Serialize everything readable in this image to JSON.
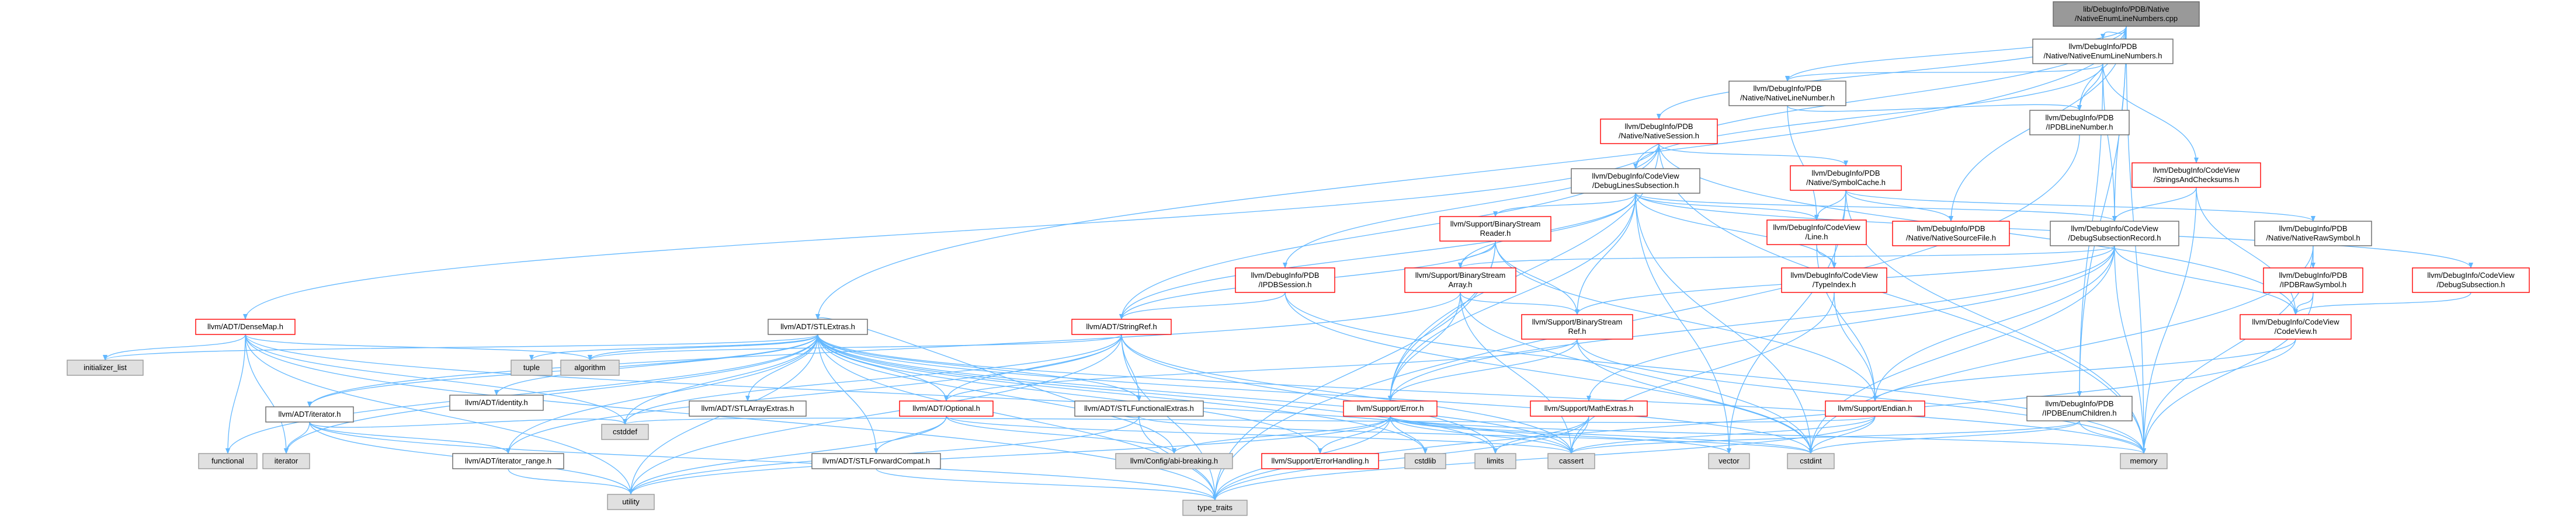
{
  "colors": {
    "edge": "#63b8ff",
    "root_fill": "#999999",
    "highlight_border": "#ff0000",
    "system_fill": "#e0e0e0",
    "node_border": "#666666"
  },
  "nodes": [
    {
      "id": "root",
      "lines": [
        "lib/DebugInfo/PDB/Native",
        "/NativeEnumLineNumbers.cpp"
      ],
      "style": "root"
    },
    {
      "id": "enumln",
      "lines": [
        "llvm/DebugInfo/PDB",
        "/Native/NativeEnumLineNumbers.h"
      ],
      "style": "white"
    },
    {
      "id": "nln",
      "lines": [
        "llvm/DebugInfo/PDB",
        "/Native/NativeLineNumber.h"
      ],
      "style": "white"
    },
    {
      "id": "ipdbln",
      "lines": [
        "llvm/DebugInfo/PDB",
        "/IPDBLineNumber.h"
      ],
      "style": "white"
    },
    {
      "id": "nsession",
      "lines": [
        "llvm/DebugInfo/PDB",
        "/Native/NativeSession.h"
      ],
      "style": "red"
    },
    {
      "id": "dls",
      "lines": [
        "llvm/DebugInfo/CodeView",
        "/DebugLinesSubsection.h"
      ],
      "style": "white"
    },
    {
      "id": "nsymcache",
      "lines": [
        "llvm/DebugInfo/PDB",
        "/Native/SymbolCache.h"
      ],
      "style": "red"
    },
    {
      "id": "strchk",
      "lines": [
        "llvm/DebugInfo/CodeView",
        "/StringsAndChecksums.h"
      ],
      "style": "red"
    },
    {
      "id": "bsreader",
      "lines": [
        "llvm/Support/BinaryStream",
        "Reader.h"
      ],
      "style": "red"
    },
    {
      "id": "cvline",
      "lines": [
        "llvm/DebugInfo/CodeView",
        "/Line.h"
      ],
      "style": "red"
    },
    {
      "id": "nsrcfile",
      "lines": [
        "llvm/DebugInfo/PDB",
        "/Native/NativeSourceFile.h"
      ],
      "style": "red"
    },
    {
      "id": "dsrecord",
      "lines": [
        "llvm/DebugInfo/CodeView",
        "/DebugSubsectionRecord.h"
      ],
      "style": "white"
    },
    {
      "id": "nrawsym",
      "lines": [
        "llvm/DebugInfo/PDB",
        "/Native/NativeRawSymbol.h"
      ],
      "style": "white"
    },
    {
      "id": "ipdbsession",
      "lines": [
        "llvm/DebugInfo/PDB",
        "/IPDBSession.h"
      ],
      "style": "red"
    },
    {
      "id": "bsarray",
      "lines": [
        "llvm/Support/BinaryStream",
        "Array.h"
      ],
      "style": "red"
    },
    {
      "id": "typeindex",
      "lines": [
        "llvm/DebugInfo/CodeView",
        "/TypeIndex.h"
      ],
      "style": "red"
    },
    {
      "id": "ipdbraw",
      "lines": [
        "llvm/DebugInfo/PDB",
        "/IPDBRawSymbol.h"
      ],
      "style": "red"
    },
    {
      "id": "debugsub",
      "lines": [
        "llvm/DebugInfo/CodeView",
        "/DebugSubsection.h"
      ],
      "style": "red"
    },
    {
      "id": "densemap",
      "lines": [
        "llvm/ADT/DenseMap.h"
      ],
      "style": "red"
    },
    {
      "id": "stlextras",
      "lines": [
        "llvm/ADT/STLExtras.h"
      ],
      "style": "white"
    },
    {
      "id": "stringref",
      "lines": [
        "llvm/ADT/StringRef.h"
      ],
      "style": "red"
    },
    {
      "id": "bsref",
      "lines": [
        "llvm/Support/BinaryStream",
        "Ref.h"
      ],
      "style": "red"
    },
    {
      "id": "codeview",
      "lines": [
        "llvm/DebugInfo/CodeView",
        "/CodeView.h"
      ],
      "style": "red"
    },
    {
      "id": "initlist",
      "lines": [
        "initializer_list"
      ],
      "style": "gray"
    },
    {
      "id": "tuple",
      "lines": [
        "tuple"
      ],
      "style": "gray"
    },
    {
      "id": "algorithm",
      "lines": [
        "algorithm"
      ],
      "style": "gray"
    },
    {
      "id": "identity",
      "lines": [
        "llvm/ADT/identity.h"
      ],
      "style": "white"
    },
    {
      "id": "iterator",
      "lines": [
        "llvm/ADT/iterator.h"
      ],
      "style": "white"
    },
    {
      "id": "stlarray",
      "lines": [
        "llvm/ADT/STLArrayExtras.h"
      ],
      "style": "white"
    },
    {
      "id": "optional",
      "lines": [
        "llvm/ADT/Optional.h"
      ],
      "style": "red"
    },
    {
      "id": "stlfunc",
      "lines": [
        "llvm/ADT/STLFunctionalExtras.h"
      ],
      "style": "white"
    },
    {
      "id": "mathextras",
      "lines": [
        "llvm/Support/MathExtras.h"
      ],
      "style": "red"
    },
    {
      "id": "error",
      "lines": [
        "llvm/Support/Error.h"
      ],
      "style": "red"
    },
    {
      "id": "endian",
      "lines": [
        "llvm/Support/Endian.h"
      ],
      "style": "red"
    },
    {
      "id": "ipdbenum",
      "lines": [
        "llvm/DebugInfo/PDB",
        "/IPDBEnumChildren.h"
      ],
      "style": "white"
    },
    {
      "id": "functional",
      "lines": [
        "functional"
      ],
      "style": "gray"
    },
    {
      "id": "iteratorstd",
      "lines": [
        "iterator"
      ],
      "style": "gray"
    },
    {
      "id": "iterrange",
      "lines": [
        "llvm/ADT/iterator_range.h"
      ],
      "style": "white"
    },
    {
      "id": "cstddef",
      "lines": [
        "cstddef"
      ],
      "style": "gray"
    },
    {
      "id": "stlfwd",
      "lines": [
        "llvm/ADT/STLForwardCompat.h"
      ],
      "style": "white"
    },
    {
      "id": "configabi",
      "lines": [
        "llvm/Config/abi-breaking.h"
      ],
      "style": "gray"
    },
    {
      "id": "errhandling",
      "lines": [
        "llvm/Support/ErrorHandling.h"
      ],
      "style": "red"
    },
    {
      "id": "cstdlib",
      "lines": [
        "cstdlib"
      ],
      "style": "gray"
    },
    {
      "id": "limits",
      "lines": [
        "limits"
      ],
      "style": "gray"
    },
    {
      "id": "cassert",
      "lines": [
        "cassert"
      ],
      "style": "gray"
    },
    {
      "id": "vector",
      "lines": [
        "vector"
      ],
      "style": "gray"
    },
    {
      "id": "cstdint",
      "lines": [
        "cstdint"
      ],
      "style": "gray"
    },
    {
      "id": "memory",
      "lines": [
        "memory"
      ],
      "style": "gray"
    },
    {
      "id": "utility",
      "lines": [
        "utility"
      ],
      "style": "gray"
    },
    {
      "id": "typetraits",
      "lines": [
        "type_traits"
      ],
      "style": "gray"
    }
  ],
  "edges": [
    [
      "root",
      "enumln"
    ],
    [
      "root",
      "nln"
    ],
    [
      "root",
      "nsession"
    ],
    [
      "root",
      "nsrcfile"
    ],
    [
      "root",
      "dls"
    ],
    [
      "root",
      "stlextras"
    ],
    [
      "root",
      "dsrecord"
    ],
    [
      "root",
      "ipdbenum"
    ],
    [
      "root",
      "ipdbln"
    ],
    [
      "root",
      "memory"
    ],
    [
      "enumln",
      "nln"
    ],
    [
      "enumln",
      "ipdbln"
    ],
    [
      "enumln",
      "dls"
    ],
    [
      "enumln",
      "dsrecord"
    ],
    [
      "enumln",
      "strchk"
    ],
    [
      "enumln",
      "ipdbenum"
    ],
    [
      "nln",
      "ipdbln"
    ],
    [
      "nln",
      "cvline"
    ],
    [
      "ipdbln",
      "typetraits"
    ],
    [
      "nsession",
      "nsymcache"
    ],
    [
      "nsession",
      "densemap"
    ],
    [
      "nsession",
      "stringref"
    ],
    [
      "nsession",
      "ipdbsession"
    ],
    [
      "nsession",
      "error"
    ],
    [
      "nsession",
      "codeview"
    ],
    [
      "nsession",
      "memory"
    ],
    [
      "dls",
      "bsreader"
    ],
    [
      "dls",
      "bsarray"
    ],
    [
      "dls",
      "bsref"
    ],
    [
      "dls",
      "error"
    ],
    [
      "dls",
      "cvline"
    ],
    [
      "dls",
      "typeindex"
    ],
    [
      "dls",
      "dsrecord"
    ],
    [
      "dls",
      "stringref"
    ],
    [
      "dls",
      "vector"
    ],
    [
      "dls",
      "cstdint"
    ],
    [
      "dls",
      "debugsub"
    ],
    [
      "nsymcache",
      "cvline"
    ],
    [
      "nsymcache",
      "typeindex"
    ],
    [
      "nsymcache",
      "nsrcfile"
    ],
    [
      "nsymcache",
      "nrawsym"
    ],
    [
      "nsymcache",
      "vector"
    ],
    [
      "nsymcache",
      "memory"
    ],
    [
      "strchk",
      "dsrecord"
    ],
    [
      "strchk",
      "codeview"
    ],
    [
      "strchk",
      "memory"
    ],
    [
      "bsreader",
      "bsarray"
    ],
    [
      "bsreader",
      "bsref"
    ],
    [
      "bsreader",
      "stringref"
    ],
    [
      "bsreader",
      "error"
    ],
    [
      "bsreader",
      "endian"
    ],
    [
      "bsreader",
      "typetraits"
    ],
    [
      "cvline",
      "typeindex"
    ],
    [
      "cvline",
      "endian"
    ],
    [
      "dsrecord",
      "codeview"
    ],
    [
      "dsrecord",
      "bsref"
    ],
    [
      "dsrecord",
      "bsarray"
    ],
    [
      "dsrecord",
      "error"
    ],
    [
      "dsrecord",
      "memory"
    ],
    [
      "dsrecord",
      "cstdint"
    ],
    [
      "dsrecord",
      "mathextras"
    ],
    [
      "dsrecord",
      "endian"
    ],
    [
      "nrawsym",
      "ipdbraw"
    ],
    [
      "nrawsym",
      "cstdint"
    ],
    [
      "nrawsym",
      "memory"
    ],
    [
      "ipdbsession",
      "stringref"
    ],
    [
      "ipdbsession",
      "cstdint"
    ],
    [
      "ipdbsession",
      "memory"
    ],
    [
      "bsarray",
      "bsref"
    ],
    [
      "bsarray",
      "error"
    ],
    [
      "bsarray",
      "cassert"
    ],
    [
      "bsarray",
      "cstdint"
    ],
    [
      "bsarray",
      "iterator"
    ],
    [
      "typeindex",
      "endian"
    ],
    [
      "typeindex",
      "cassert"
    ],
    [
      "typeindex",
      "cinttypes"
    ],
    [
      "ipdbraw",
      "codeview"
    ],
    [
      "ipdbraw",
      "memory"
    ],
    [
      "debugsub",
      "codeview"
    ],
    [
      "densemap",
      "initlist"
    ],
    [
      "densemap",
      "algorithm"
    ],
    [
      "densemap",
      "cassert"
    ],
    [
      "densemap",
      "cstddef"
    ],
    [
      "densemap",
      "iteratorstd"
    ],
    [
      "densemap",
      "utility"
    ],
    [
      "densemap",
      "typetraits"
    ],
    [
      "densemap",
      "functional"
    ],
    [
      "stlextras",
      "initlist"
    ],
    [
      "stlextras",
      "tuple"
    ],
    [
      "stlextras",
      "algorithm"
    ],
    [
      "stlextras",
      "identity"
    ],
    [
      "stlextras",
      "iterator"
    ],
    [
      "stlextras",
      "stlarray"
    ],
    [
      "stlextras",
      "optional"
    ],
    [
      "stlextras",
      "stlfunc"
    ],
    [
      "stlextras",
      "iterrange"
    ],
    [
      "stlextras",
      "cstddef"
    ],
    [
      "stlextras",
      "stlfwd"
    ],
    [
      "stlextras",
      "configabi"
    ],
    [
      "stlextras",
      "errhandling"
    ],
    [
      "stlextras",
      "cstdlib"
    ],
    [
      "stlextras",
      "limits"
    ],
    [
      "stlextras",
      "cassert"
    ],
    [
      "stlextras",
      "cstdint"
    ],
    [
      "stlextras",
      "memory"
    ],
    [
      "stlextras",
      "utility"
    ],
    [
      "stlextras",
      "typetraits"
    ],
    [
      "stlextras",
      "functional"
    ],
    [
      "stlextras",
      "iteratorstd"
    ],
    [
      "stringref",
      "stlfunc"
    ],
    [
      "stringref",
      "iterrange"
    ],
    [
      "stringref",
      "algorithm"
    ],
    [
      "stringref",
      "cassert"
    ],
    [
      "stringref",
      "cstddef"
    ],
    [
      "stringref",
      "limits"
    ],
    [
      "stringref",
      "utility"
    ],
    [
      "stringref",
      "typetraits"
    ],
    [
      "stringref",
      "optional"
    ],
    [
      "bsref",
      "optional"
    ],
    [
      "bsref",
      "error"
    ],
    [
      "bsref",
      "cstdint"
    ],
    [
      "bsref",
      "memory"
    ],
    [
      "codeview",
      "endian"
    ],
    [
      "codeview",
      "cinttypes"
    ],
    [
      "codeview",
      "typetraits"
    ],
    [
      "iterator",
      "iterrange"
    ],
    [
      "iterator",
      "cstddef"
    ],
    [
      "iterator",
      "iteratorstd"
    ],
    [
      "iterator",
      "typetraits"
    ],
    [
      "iterator",
      "utility"
    ],
    [
      "optional",
      "stlfwd"
    ],
    [
      "optional",
      "cassert"
    ],
    [
      "optional",
      "new"
    ],
    [
      "optional",
      "utility"
    ],
    [
      "optional",
      "configabi"
    ],
    [
      "stlfunc",
      "stlextras"
    ],
    [
      "stlfunc",
      "cstdint"
    ],
    [
      "stlfunc",
      "typetraits"
    ],
    [
      "stlfunc",
      "utility"
    ],
    [
      "mathextras",
      "cassert"
    ],
    [
      "mathextras",
      "limits"
    ],
    [
      "mathextras",
      "typetraits"
    ],
    [
      "error",
      "configabi"
    ],
    [
      "error",
      "errhandling"
    ],
    [
      "error",
      "cassert"
    ],
    [
      "error",
      "cstdint"
    ],
    [
      "error",
      "memory"
    ],
    [
      "error",
      "vector"
    ],
    [
      "error",
      "utility"
    ],
    [
      "error",
      "typetraits"
    ],
    [
      "error",
      "cstdlib"
    ],
    [
      "endian",
      "cassert"
    ],
    [
      "endian",
      "cstdint"
    ],
    [
      "endian",
      "cstddef"
    ],
    [
      "endian",
      "typetraits"
    ],
    [
      "ipdbenum",
      "cassert"
    ],
    [
      "ipdbenum",
      "cstdint"
    ],
    [
      "ipdbenum",
      "memory"
    ],
    [
      "iterrange",
      "utility"
    ],
    [
      "stlfwd",
      "typetraits"
    ]
  ]
}
